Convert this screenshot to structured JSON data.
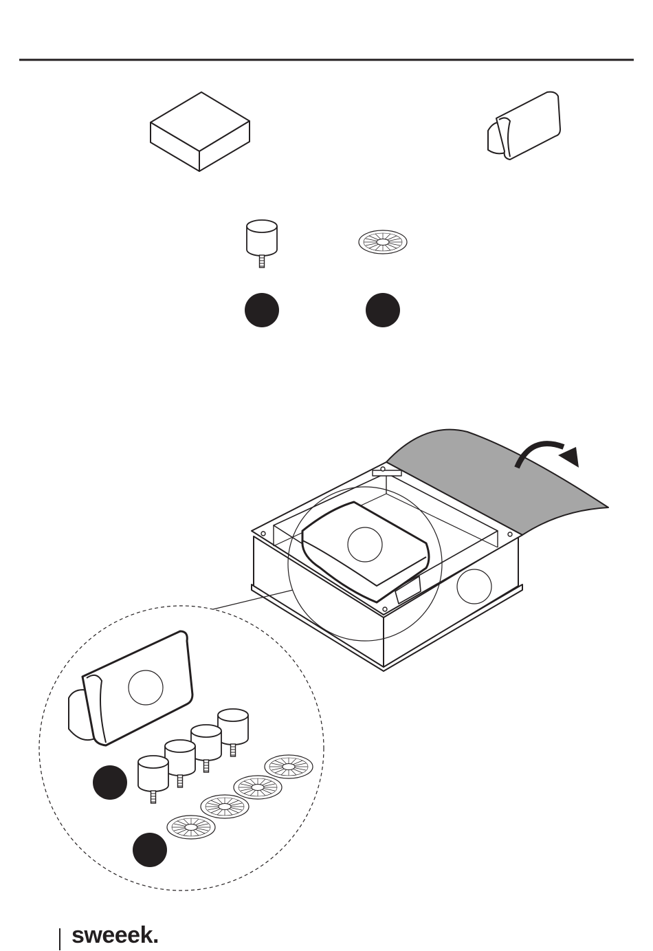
{
  "brand": {
    "logo_text": "sweeek."
  },
  "colors": {
    "ink": "#231f20",
    "flap_fill": "#a6a6a6",
    "paper": "#ffffff"
  },
  "parts": [
    {
      "id": "seat-cushion",
      "kind": "box-cushion"
    },
    {
      "id": "back-cushion",
      "kind": "back-cushion"
    },
    {
      "id": "foot-screw",
      "kind": "foot",
      "marker": "filled-dot",
      "zoom_quantity": 4
    },
    {
      "id": "felt-pad",
      "kind": "pad",
      "marker": "filled-dot",
      "zoom_quantity": 4
    }
  ],
  "step": {
    "action": "open-box",
    "arrow_icon": "curved-arrow-icon"
  }
}
